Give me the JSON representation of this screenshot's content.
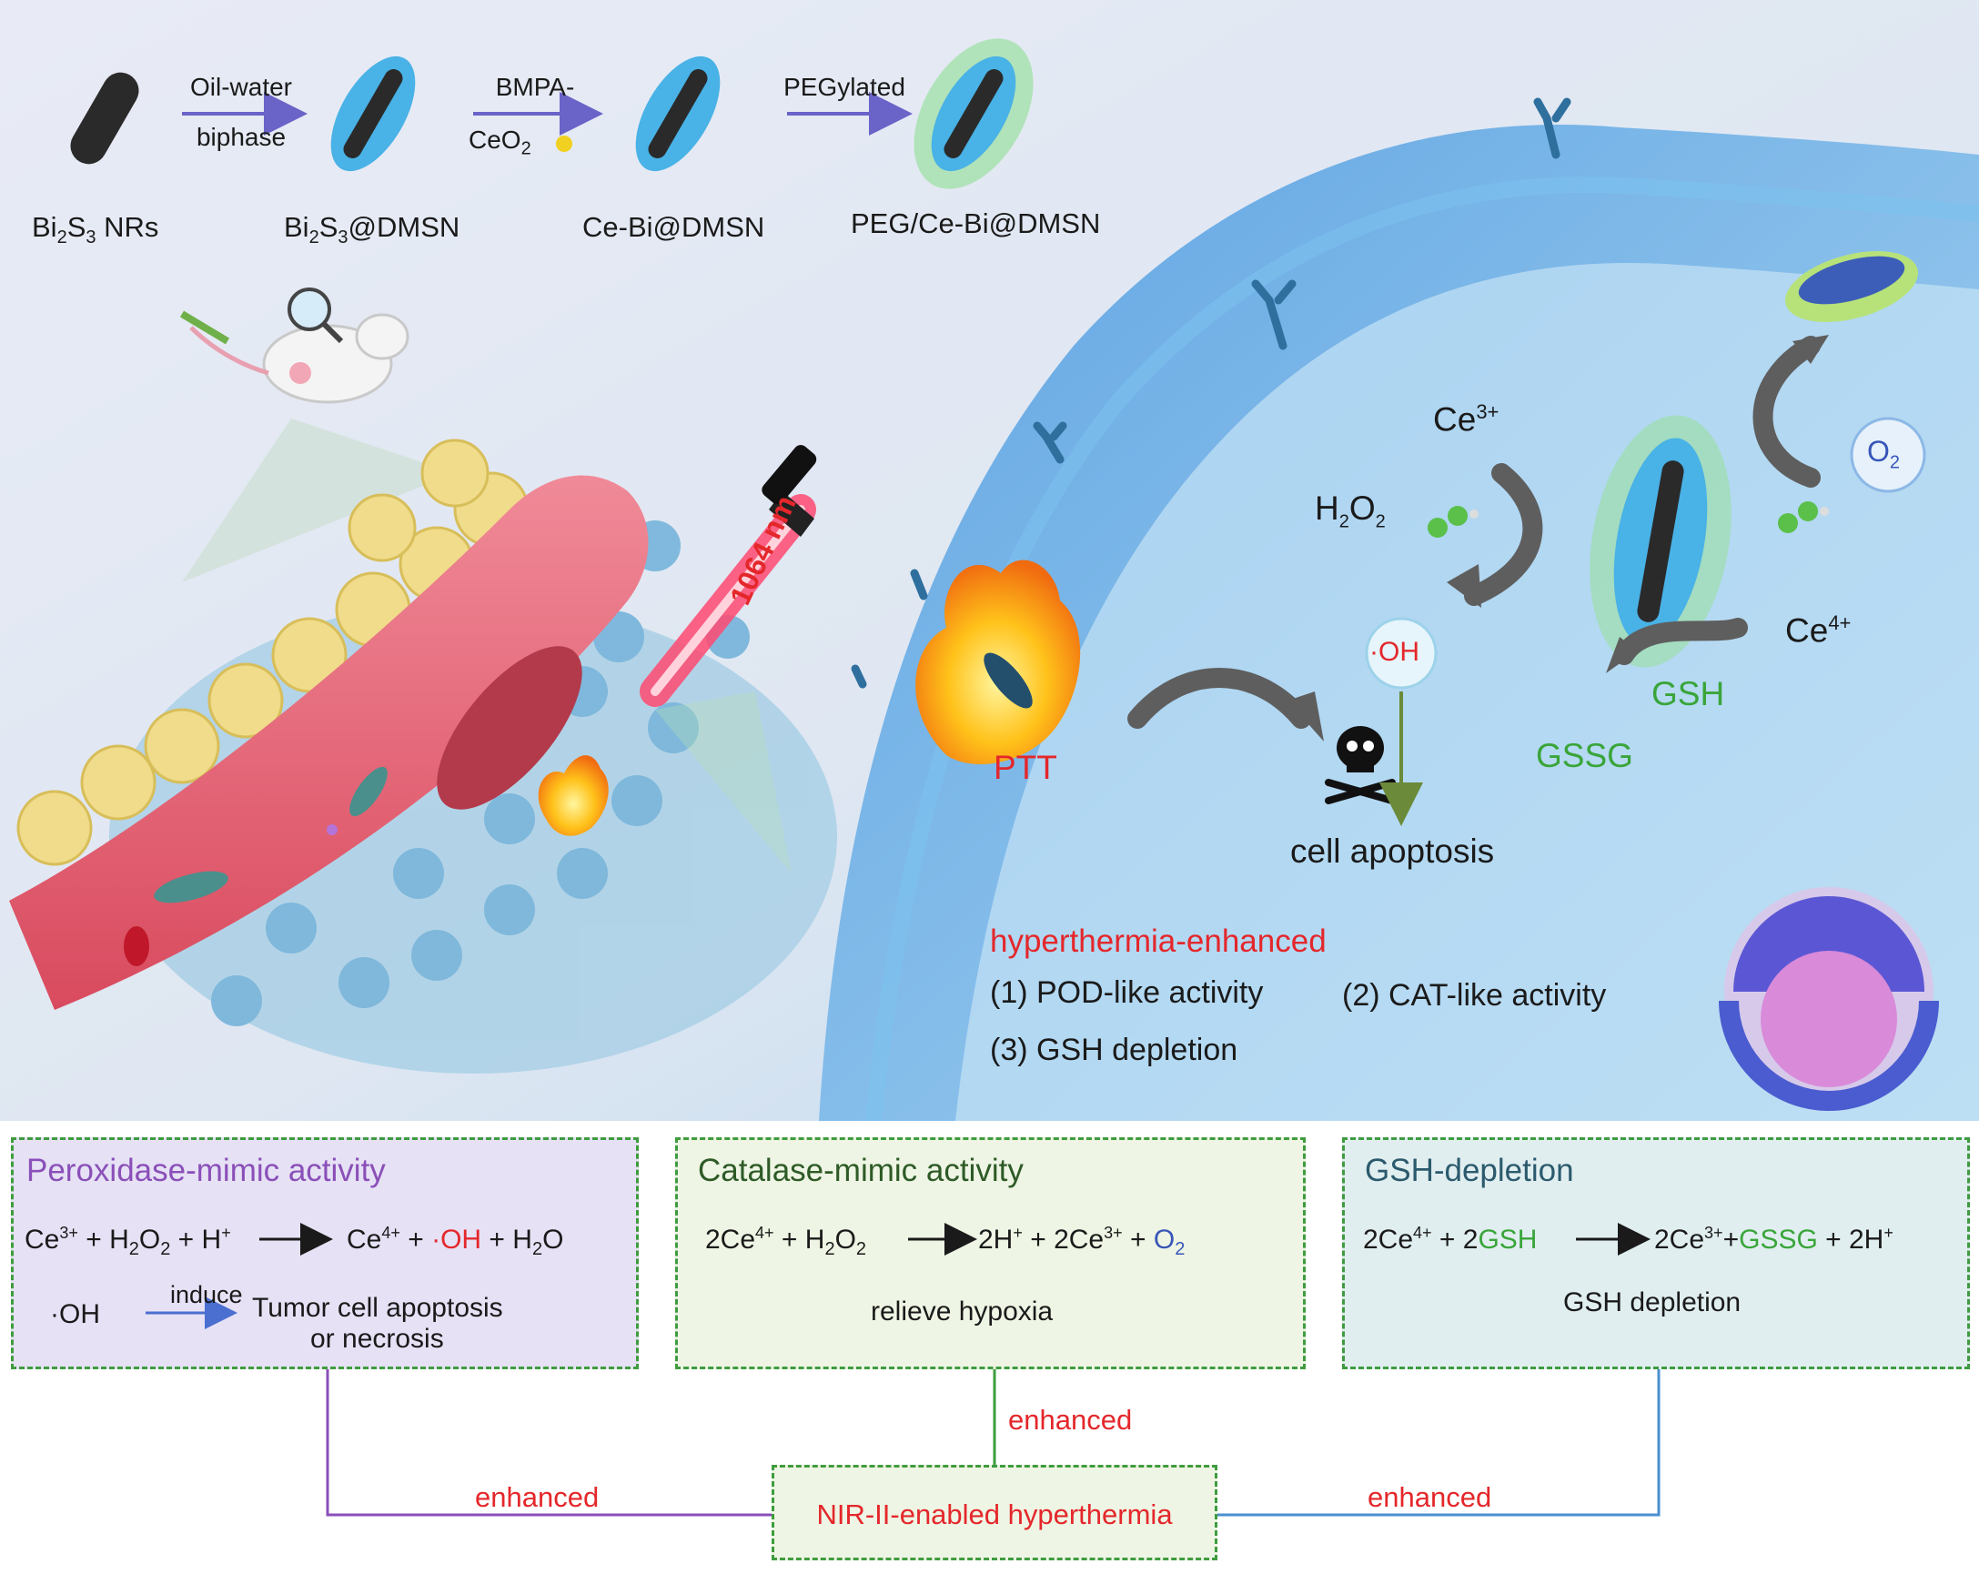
{
  "synthesis": {
    "step1_top": "Oil-water",
    "step1_bottom": "biphase",
    "step2_top": "BMPA-",
    "step2_bottom": "CeO",
    "step2_bottom_sub": "2",
    "step3_top": "PEGylated",
    "products": [
      {
        "main": "Bi",
        "s1": "2",
        "m2": "S",
        "s2": "3",
        "rest": " NRs"
      },
      {
        "main": "Bi",
        "s1": "2",
        "m2": "S",
        "s2": "3",
        "rest": "@DMSN"
      },
      {
        "main": "Ce-Bi@DMSN"
      },
      {
        "main": "PEG/Ce-Bi@DMSN"
      }
    ]
  },
  "laser": {
    "label": "1064 nm"
  },
  "mechanism": {
    "ce3": "Ce",
    "ce3_sup": "3+",
    "h2o2": "H",
    "h2o2_s1": "2",
    "h2o2_m": "O",
    "h2o2_s2": "2",
    "oh": "·OH",
    "ce4": "Ce",
    "ce4_sup": "4+",
    "gsh": "GSH",
    "gssg": "GSSG",
    "o2": "O",
    "o2_sub": "2",
    "ptt": "PTT",
    "apoptosis": "cell apoptosis"
  },
  "summary": {
    "title": "hyperthermia-enhanced",
    "item1": "(1) POD-like activity",
    "item2": "(2) CAT-like activity",
    "item3": "(3) GSH depletion"
  },
  "boxes": {
    "peroxidase": {
      "title": "Peroxidase-mimic activity",
      "eq": {
        "a": "Ce",
        "a_sup": "3+",
        "b": " + H",
        "b_s1": "2",
        "b_m": "O",
        "b_s2": "2",
        "c": " + H",
        "c_sup": "+",
        "d": "Ce",
        "d_sup": "4+",
        "e": " + ",
        "f": "·OH",
        "g": " + H",
        "g_s": "2",
        "h": "O"
      },
      "oh": "·OH",
      "induce": "induce",
      "result1": "Tumor cell apoptosis",
      "result2": "or necrosis"
    },
    "catalase": {
      "title": "Catalase-mimic activity",
      "eq": {
        "a": "2Ce",
        "a_sup": "4+",
        "b": " + H",
        "b_s1": "2",
        "b_m": "O",
        "b_s2": "2",
        "c": "2H",
        "c_sup": "+",
        "d": " + 2Ce",
        "d_sup": "3+",
        "e": " + ",
        "f": "O",
        "f_s": "2"
      },
      "note": "relieve hypoxia"
    },
    "gsh": {
      "title": "GSH-depletion",
      "eq": {
        "a": "2Ce",
        "a_sup": "4+",
        "b": " + 2",
        "c": "GSH",
        "d": "2Ce",
        "d_sup": "3+",
        "e": "+",
        "f": "GSSG",
        "g": " + 2H",
        "g_sup": "+"
      },
      "note": "GSH depletion"
    },
    "center": {
      "title": "NIR-II-enabled hyperthermia"
    },
    "enhanced_left": "enhanced",
    "enhanced_top": "enhanced",
    "enhanced_right": "enhanced"
  },
  "colors": {
    "red": "#e4272b",
    "green": "#3aa53a",
    "blue": "#3856b8",
    "purple": "#8a4fb8",
    "dashed_border": "#3e9c3e"
  }
}
